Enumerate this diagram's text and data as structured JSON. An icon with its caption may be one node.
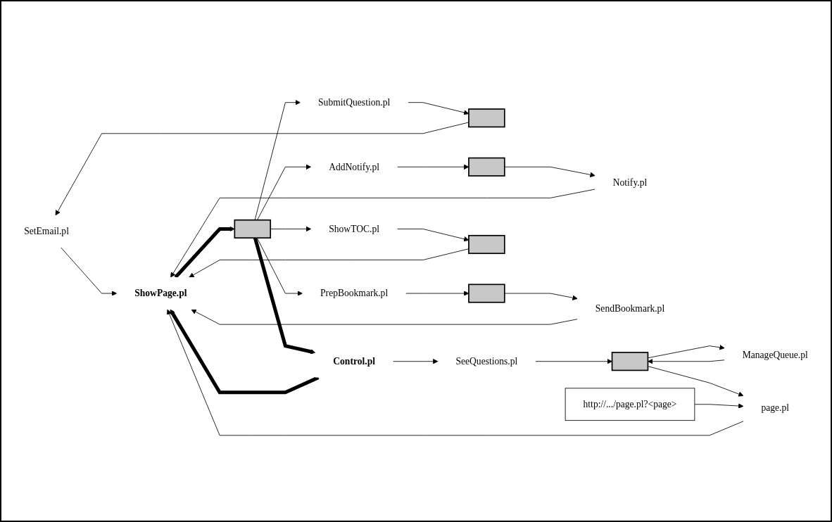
{
  "diagram": {
    "nodes": [
      {
        "text": [
          "SetEmail.pl"
        ]
      },
      {
        "text": [],
        "shape": "box"
      },
      {
        "text": [
          "SubmitQuestion.pl"
        ]
      },
      {
        "text": [],
        "shape": "box"
      },
      {
        "text": [
          "AddNotify.pl"
        ]
      },
      {
        "text": [
          "Notify.pl"
        ]
      },
      {
        "text": [
          "PrepBookmark.pl"
        ]
      },
      {
        "text": [],
        "shape": "box"
      },
      {
        "text": [
          "SendBookmark.pl"
        ]
      },
      {
        "text": [
          "ShowTOC.pl"
        ]
      },
      {
        "text": [],
        "shape": "box"
      },
      {
        "text": [],
        "shape": "box"
      },
      {
        "text": [
          "Control.pl"
        ]
      },
      {
        "text": [
          "ShowPage.pl"
        ]
      },
      {
        "text": [
          "SeeQuestions.pl"
        ]
      },
      {
        "text": [],
        "shape": "box"
      },
      {
        "text": [
          "page.pl"
        ]
      },
      {
        "text": [
          "ManageQueue.pl"
        ]
      },
      {
        "text": [
          "http://.../page.pl?<page>"
        ]
      }
    ],
    "edges": [
      {
        "from": 1,
        "to": 0,
        "arrow": "to"
      },
      {
        "from": 2,
        "to": 1,
        "arrow": "to"
      },
      {
        "from": 4,
        "to": 3,
        "arrow": "to"
      },
      {
        "from": 3,
        "to": 5,
        "arrow": "to"
      },
      {
        "from": 10,
        "to": 2,
        "arrow": "to"
      },
      {
        "from": 10,
        "to": 4,
        "arrow": "to"
      },
      {
        "from": 10,
        "to": 6,
        "arrow": "to"
      },
      {
        "from": 10,
        "to": 9,
        "arrow": "to"
      },
      {
        "from": 6,
        "to": 7,
        "arrow": "to"
      },
      {
        "from": 7,
        "to": 8,
        "arrow": "to"
      },
      {
        "from": 9,
        "to": 11,
        "arrow": "to"
      },
      {
        "from": 11,
        "to": 13,
        "arrow": "to"
      },
      {
        "from": 10,
        "to": 12,
        "arrow": "to",
        "style": "thick"
      },
      {
        "from": 12,
        "to": 13,
        "arrow": "to",
        "style": "thick"
      },
      {
        "from": 13,
        "to": 10,
        "arrow": "to",
        "style": "thick"
      },
      {
        "from": 12,
        "to": 14,
        "arrow": "to"
      },
      {
        "from": 14,
        "to": 15,
        "arrow": "to"
      },
      {
        "from": 15,
        "to": 16,
        "arrow": "to"
      },
      {
        "from": 15,
        "to": 17,
        "arrow": "to"
      },
      {
        "from": 17,
        "to": 15,
        "arrow": "to"
      },
      {
        "from": 16,
        "to": 13,
        "arrow": "to"
      },
      {
        "from": 18,
        "to": 16,
        "arrow": "to"
      },
      {
        "from": 0,
        "to": 13,
        "arrow": "to"
      },
      {
        "from": 5,
        "to": 13,
        "arrow": "to"
      },
      {
        "from": 8,
        "to": 13,
        "arrow": "to"
      }
    ]
  }
}
